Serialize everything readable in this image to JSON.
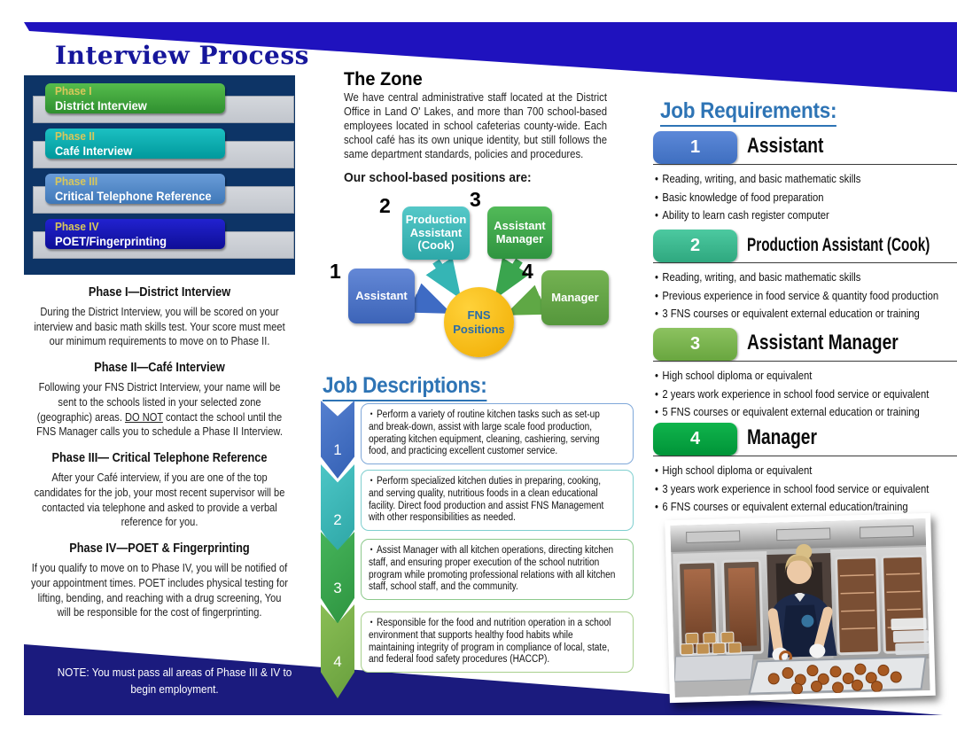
{
  "left": {
    "title": "Interview Process",
    "phases": [
      {
        "phase": "Phase I",
        "label": "District Interview"
      },
      {
        "phase": "Phase II",
        "label": "Café Interview"
      },
      {
        "phase": "Phase III",
        "label": "Critical Telephone Reference"
      },
      {
        "phase": "Phase IV",
        "label": "POET/Fingerprinting"
      }
    ],
    "sections": [
      {
        "heading": "Phase I—District Interview",
        "body": "During the District Interview, you will be scored on your interview and basic math skills test. Your score must meet our minimum requirements to move on to Phase II."
      },
      {
        "heading": "Phase II—Café Interview",
        "body_pre": "Following your FNS District Interview, your name will be sent to the schools listed in your selected zone (geographic) areas.  ",
        "body_underline": "DO NOT",
        "body_post": " contact the school until the FNS Manager calls you to schedule a Phase II Interview."
      },
      {
        "heading": "Phase III— Critical Telephone Reference",
        "body": "After your Café interview, if you are one of the top candidates for the job, your most recent supervisor will be contacted via telephone and asked to provide a verbal reference for you."
      },
      {
        "heading": "Phase IV—POET & Fingerprinting",
        "body": "If you qualify to move on to Phase IV, you will be notified of your appointment times. POET includes physical testing for lifting, bending, and reaching with a drug screening,  You will be responsible for the cost of fingerprinting."
      }
    ],
    "note": "NOTE: You must pass all areas of Phase III & IV to begin employment."
  },
  "zone": {
    "title": "The Zone",
    "body": "We have central administrative staff located at the District Office in Land O' Lakes, and more than 700 school-based employees located in school cafeterias county-wide. Each school café has its own unique identity, but still follows the same department standards, policies and procedures.",
    "positions_label": "Our school-based positions are:"
  },
  "diagram": {
    "center_label": "FNS Positions",
    "nodes": [
      {
        "num": "1",
        "label": "Assistant",
        "color": "#4472C4"
      },
      {
        "num": "2",
        "label": "Production Assistant (Cook)",
        "color": "#3FBDBD"
      },
      {
        "num": "3",
        "label": "Assistant Manager",
        "color": "#3FB04C"
      },
      {
        "num": "4",
        "label": "Manager",
        "color": "#5FA845"
      }
    ]
  },
  "descriptions": {
    "title": "Job Descriptions:",
    "items": [
      {
        "num": "1",
        "text": "Perform a variety of routine kitchen tasks such as set-up and break-down, assist with large scale food production, operating kitchen equipment, cleaning, cashiering, serving food, and practicing excellent customer service."
      },
      {
        "num": "2",
        "text": "Perform specialized kitchen duties in preparing, cooking, and serving quality, nutritious foods in a clean educational facility. Direct food production and assist FNS Management with other responsibilities as needed."
      },
      {
        "num": "3",
        "text": "Assist Manager with all kitchen operations, directing kitchen staff, and ensuring proper execution of the school nutrition program while promoting professional relations with all kitchen staff, school staff, and the community."
      },
      {
        "num": "4",
        "text": "Responsible for the food and nutrition operation in a school environment that supports healthy food habits while maintaining integrity of program in compliance of local, state, and federal food safety procedures (HACCP)."
      }
    ]
  },
  "requirements": {
    "title": "Job Requirements:",
    "items": [
      {
        "num": "1",
        "title": "Assistant",
        "bullets": [
          "Reading, writing, and basic mathematic skills",
          "Basic knowledge of food preparation",
          "Ability to learn cash register computer"
        ]
      },
      {
        "num": "2",
        "title": "Production Assistant (Cook)",
        "bullets": [
          "Reading, writing, and basic mathematic skills",
          "Previous experience in food service & quantity food production",
          "3 FNS courses or equivalent external education or training"
        ]
      },
      {
        "num": "3",
        "title": "Assistant Manager",
        "bullets": [
          "High school diploma or equivalent",
          "2 years work experience in school food service or equivalent",
          "5 FNS courses or equivalent external education or training"
        ]
      },
      {
        "num": "4",
        "title": "Manager",
        "bullets": [
          "High school diploma or equivalent",
          "3 years work experience in school food service or equivalent",
          "6 FNS courses or equivalent external education/training"
        ]
      }
    ]
  },
  "glyphs": {
    "bullet": "•"
  },
  "colors": {
    "banner_blue": "#1F12BE",
    "footer_navy": "#1B1B7E",
    "heading_blue": "#2E74B5",
    "phase_panel_navy": "#0D3466",
    "phase_green": "#3DA53D",
    "phase_teal": "#04AAAC",
    "phase_blue": "#4D89C8",
    "phase_navy": "#1414B4",
    "circle_yellow": "#F7B915",
    "req_green": "#00A63C"
  }
}
